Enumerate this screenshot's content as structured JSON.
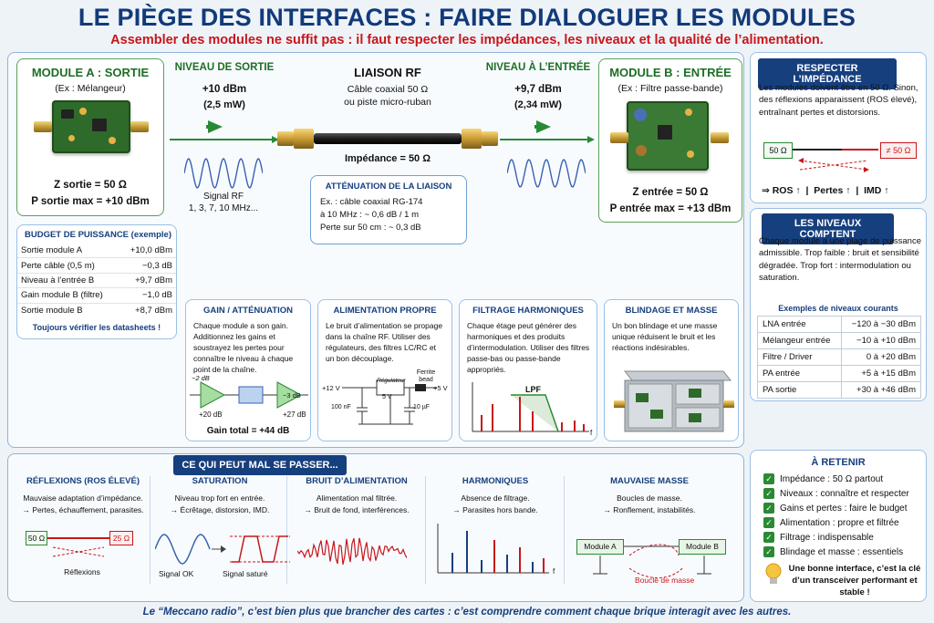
{
  "header": {
    "title": "LE PIÈGE DES INTERFACES : FAIRE DIALOGUER LES MODULES",
    "subtitle": "Assembler des modules ne suffit pas : il faut respecter les impédances, les niveaux et la qualité de l’alimentation."
  },
  "module_a": {
    "title": "MODULE A : SORTIE",
    "example": "(Ex : Mélangeur)",
    "z": "Z sortie = 50 Ω",
    "p": "P sortie max = +10 dBm"
  },
  "output_level": {
    "title": "NIVEAU DE SORTIE",
    "dbm": "+10 dBm",
    "mw": "(2,5 mW)",
    "signal_label": "Signal RF",
    "signal_freqs": "1, 3, 7, 10 MHz..."
  },
  "rf_link": {
    "title": "LIAISON RF",
    "line1": "Câble coaxial 50 Ω",
    "line2": "ou piste micro-ruban",
    "impedance": "Impédance = 50 Ω"
  },
  "attenuation": {
    "title": "ATTÉNUATION DE LA LIAISON",
    "line1": "Ex. : câble coaxial RG-174",
    "line2": "à 10 MHz : ~ 0,6 dB / 1 m",
    "line3": "Perte sur 50 cm : ~ 0,3 dB"
  },
  "input_level": {
    "title": "NIVEAU À L’ENTRÉE",
    "dbm": "+9,7 dBm",
    "mw": "(2,34 mW)"
  },
  "module_b": {
    "title": "MODULE B : ENTRÉE",
    "example": "(Ex : Filtre passe-bande)",
    "z": "Z entrée = 50 Ω",
    "p": "P entrée max = +13 dBm"
  },
  "budget": {
    "title": "BUDGET DE PUISSANCE (exemple)",
    "rows": [
      {
        "label": "Sortie module A",
        "value": "+10,0 dBm"
      },
      {
        "label": "Perte câble (0,5 m)",
        "value": "−0,3 dB"
      },
      {
        "label": "Niveau à l’entrée B",
        "value": "+9,7 dBm"
      },
      {
        "label": "Gain module B (filtre)",
        "value": "−1,0 dB"
      },
      {
        "label": "Sortie module B",
        "value": "+8,7 dBm"
      }
    ],
    "footer": "Toujours vérifier les datasheets !"
  },
  "gain": {
    "title": "GAIN / ATTÉNUATION",
    "text": "Chaque module a son gain. Additionnez les gains et soustrayez les pertes pour connaître le niveau à chaque point de la chaîne.",
    "g1": "+20 dB",
    "g2": "−2 dB",
    "g3": "+27 dB",
    "g2b": "−3 dB",
    "total": "Gain total = +44 dB"
  },
  "power": {
    "title": "ALIMENTATION PROPRE",
    "text": "Le bruit d’alimentation se propage dans la chaîne RF. Utiliser des régulateurs, des filtres LC/RC et un bon découplage.",
    "v_in": "+12 V",
    "regulator": "Régulateur",
    "v_mid": "5 V",
    "ferrite": "Ferrite bead",
    "v_out": "+5 V",
    "c1": "100 nF",
    "c2": "10 µF"
  },
  "harmonic_filter": {
    "title": "FILTRAGE HARMONIQUES",
    "text": "Chaque étage peut générer des harmoniques et des produits d’intermodulation. Utiliser des filtres passe-bas ou passe-bande appropriés.",
    "lpf": "LPF",
    "axis": "f"
  },
  "shield": {
    "title": "BLINDAGE ET MASSE",
    "text": "Un bon blindage et une masse unique réduisent le bruit et les réactions indésirables."
  },
  "impedance": {
    "title": "RESPECTER L’IMPÉDANCE",
    "text": "Les modules doivent être en 50 Ω. Sinon, des réflexions apparaissent (ROS élevé), entraînant pertes et distorsions.",
    "left": "50 Ω",
    "right": "≠ 50 Ω",
    "summary": "⇒ ROS ↑  |  Pertes ↑  |  IMD ↑"
  },
  "levels": {
    "title": "LES NIVEAUX COMPTENT",
    "text": "Chaque module a une plage de puissance admissible. Trop faible : bruit et sensibilité dégradée. Trop fort : intermodulation ou saturation.",
    "table_title": "Exemples de niveaux courants",
    "rows": [
      {
        "label": "LNA entrée",
        "value": "−120 à −30 dBm"
      },
      {
        "label": "Mélangeur entrée",
        "value": "−10 à +10 dBm"
      },
      {
        "label": "Filtre / Driver",
        "value": "0 à +20 dBm"
      },
      {
        "label": "PA entrée",
        "value": "+5 à +15 dBm"
      },
      {
        "label": "PA sortie",
        "value": "+30 à +46 dBm"
      }
    ]
  },
  "problems": {
    "title": "CE QUI PEUT MAL SE PASSER...",
    "items": [
      {
        "title": "RÉFLEXIONS (ROS ÉLEVÉ)",
        "l1": "Mauvaise adaptation d’impédance.",
        "l2": "→ Pertes, échauffement, parasites."
      },
      {
        "title": "SATURATION",
        "l1": "Niveau trop fort en entrée.",
        "l2": "→ Écrêtage, distorsion, IMD."
      },
      {
        "title": "BRUIT D’ALIMENTATION",
        "l1": "Alimentation mal filtrée.",
        "l2": "→ Bruit de fond, interférences."
      },
      {
        "title": "HARMONIQUES",
        "l1": "Absence de filtrage.",
        "l2": "→ Parasites hors bande."
      },
      {
        "title": "MAUVAISE MASSE",
        "l1": "Boucles de masse.",
        "l2": "→ Ronflement, instabilités."
      }
    ],
    "refl_left": "50 Ω",
    "refl_right": "25 Ω",
    "refl_caption": "Réflexions",
    "sat_ok": "Signal OK",
    "sat_bad": "Signal saturé",
    "mass_a": "Module A",
    "mass_b": "Module B",
    "mass_loop": "Boucle de masse",
    "axis": "f"
  },
  "retain": {
    "title": "À RETENIR",
    "items": [
      "Impédance : 50 Ω partout",
      "Niveaux : connaître et respecter",
      "Gains et pertes : faire le budget",
      "Alimentation : propre et filtrée",
      "Filtrage : indispensable",
      "Blindage et masse : essentiels"
    ],
    "tip": "Une bonne interface, c’est la clé d’un transceiver performant et stable !"
  },
  "footer": "Le “Meccano radio”, c’est bien plus que brancher des cartes : c’est comprendre comment chaque brique interagit avec les autres.",
  "colors": {
    "navy": "#163f7e",
    "red": "#c8161b",
    "green": "#1d6e26",
    "blue_border": "#8fb3d9"
  }
}
